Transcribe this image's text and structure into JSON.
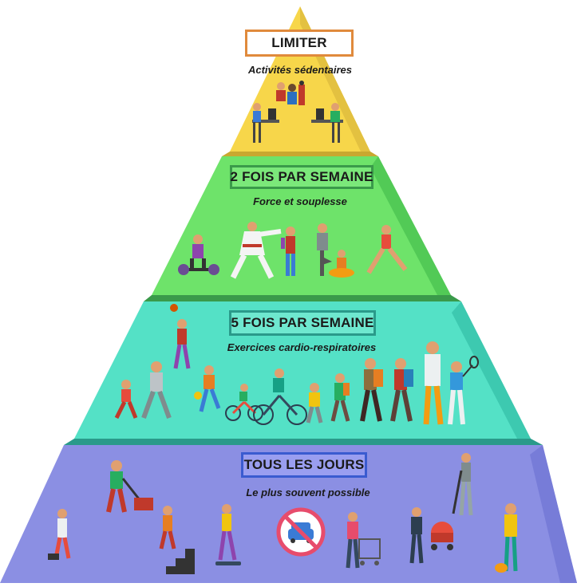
{
  "pyramid": {
    "tiers": [
      {
        "title": "LIMITER",
        "subtitle": "Activités sédentaires",
        "color": "#f7d64a",
        "border": "#e08a3c"
      },
      {
        "title": "2 FOIS PAR SEMAINE",
        "subtitle": "Force et souplesse",
        "color": "#6ee36a",
        "border": "#3a9a4a"
      },
      {
        "title": "5 FOIS PAR SEMAINE",
        "subtitle": "Exercices cardio-respiratoires",
        "color": "#54e1c6",
        "border": "#2a9a8a"
      },
      {
        "title": "TOUS LES JOURS",
        "subtitle": "Le plus souvent possible",
        "color": "#8b8fe3",
        "border": "#3a5bd0"
      }
    ],
    "icons": {
      "limiter": [
        "person-at-computer-icon",
        "seated-people-icon",
        "person-at-desk-icon"
      ],
      "strength": [
        "weightlifter-icon",
        "karate-icon",
        "dumbbell-icon",
        "yoga-tree-pose-icon",
        "meditation-icon",
        "lunge-stretch-icon"
      ],
      "cardio": [
        "running-child-icon",
        "runner-icon",
        "basketball-player-icon",
        "soccer-player-icon",
        "cyclist-child-icon",
        "cyclist-icon",
        "hiker-child-icon",
        "hiker-icon",
        "hiker-backpack-icon",
        "walking-adult-icon",
        "tennis-player-icon"
      ],
      "daily": [
        "dog-walker-icon",
        "lawn-mower-icon",
        "stairs-climber-icon",
        "skateboarder-icon",
        "no-car-icon",
        "shopping-cart-icon",
        "stroller-icon",
        "sweeping-icon",
        "vacuum-cleaner-icon"
      ]
    }
  }
}
